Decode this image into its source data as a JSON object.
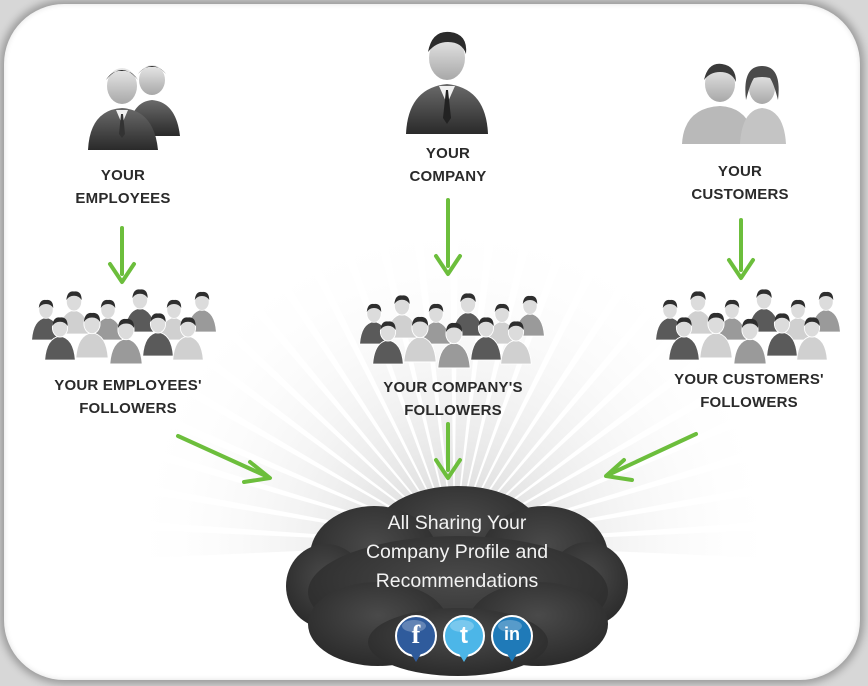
{
  "nodes": {
    "employees": {
      "line1": "YOUR",
      "line2": "EMPLOYEES"
    },
    "company": {
      "line1": "YOUR",
      "line2": "COMPANY"
    },
    "customers": {
      "line1": "YOUR",
      "line2": "CUSTOMERS"
    },
    "employees_followers": {
      "line1": "YOUR EMPLOYEES'",
      "line2": "FOLLOWERS"
    },
    "company_followers": {
      "line1": "YOUR COMPANY'S",
      "line2": "FOLLOWERS"
    },
    "customers_followers": {
      "line1": "YOUR CUSTOMERS'",
      "line2": "FOLLOWERS"
    }
  },
  "cloud": {
    "line1": "All Sharing Your",
    "line2": "Company Profile and",
    "line3": "Recommendations"
  },
  "social": {
    "facebook": "f",
    "twitter": "t",
    "linkedin": "in"
  },
  "colors": {
    "arrow": "#6cbe3c",
    "cloud": "#3a3a3a",
    "facebook": "#2f5b9c",
    "twitter": "#4cb6e8",
    "linkedin": "#1f7ab8"
  }
}
